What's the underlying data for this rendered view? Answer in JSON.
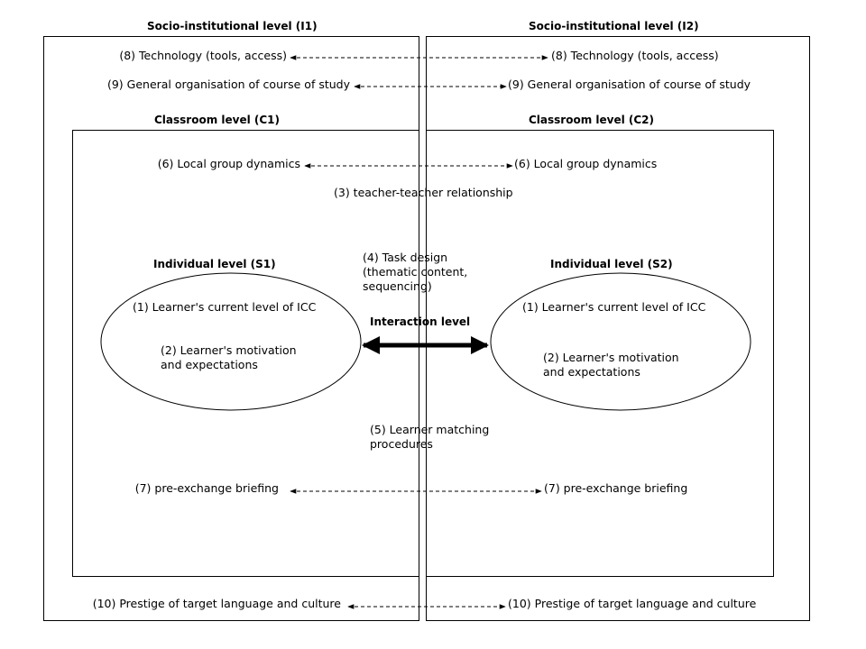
{
  "headings": {
    "socio_1": "Socio-institutional  level  (I1)",
    "socio_2": "Socio-institutional  level  (I2)",
    "class_1": "Classroom level  (C1)",
    "class_2": "Classroom level  (C2)",
    "indiv_1": "Individual  level  (S1)",
    "indiv_2": "Individual  level  (S2)",
    "interaction": "Interaction level"
  },
  "factors": {
    "tech_l": "(8) Technology  (tools,  access)",
    "tech_r": "(8) Technology  (tools,  access)",
    "org_l": "(9) General organisation  of course of study",
    "org_r": "(9) General organisation  of course of study",
    "group_l": "(6) Local group dynamics",
    "group_r": "(6) Local group dynamics",
    "teacher": "(3) teacher-teacher relationship",
    "task": "(4) Task design (thematic content, sequencing)",
    "icc_l": "(1) Learner's current level of ICC",
    "icc_r": "(1) Learner's current level of ICC",
    "motiv_l": "(2) Learner's motivation and expectations",
    "motiv_r": "(2) Learner's motivation and expectations",
    "matching": "(5) Learner matching procedures",
    "briefing_l": "(7) pre-exchange briefing",
    "briefing_r": "(7) pre-exchange briefing",
    "prestige_l": "(10) Prestige of target language  and culture",
    "prestige_r": "(10) Prestige of target language  and culture"
  }
}
